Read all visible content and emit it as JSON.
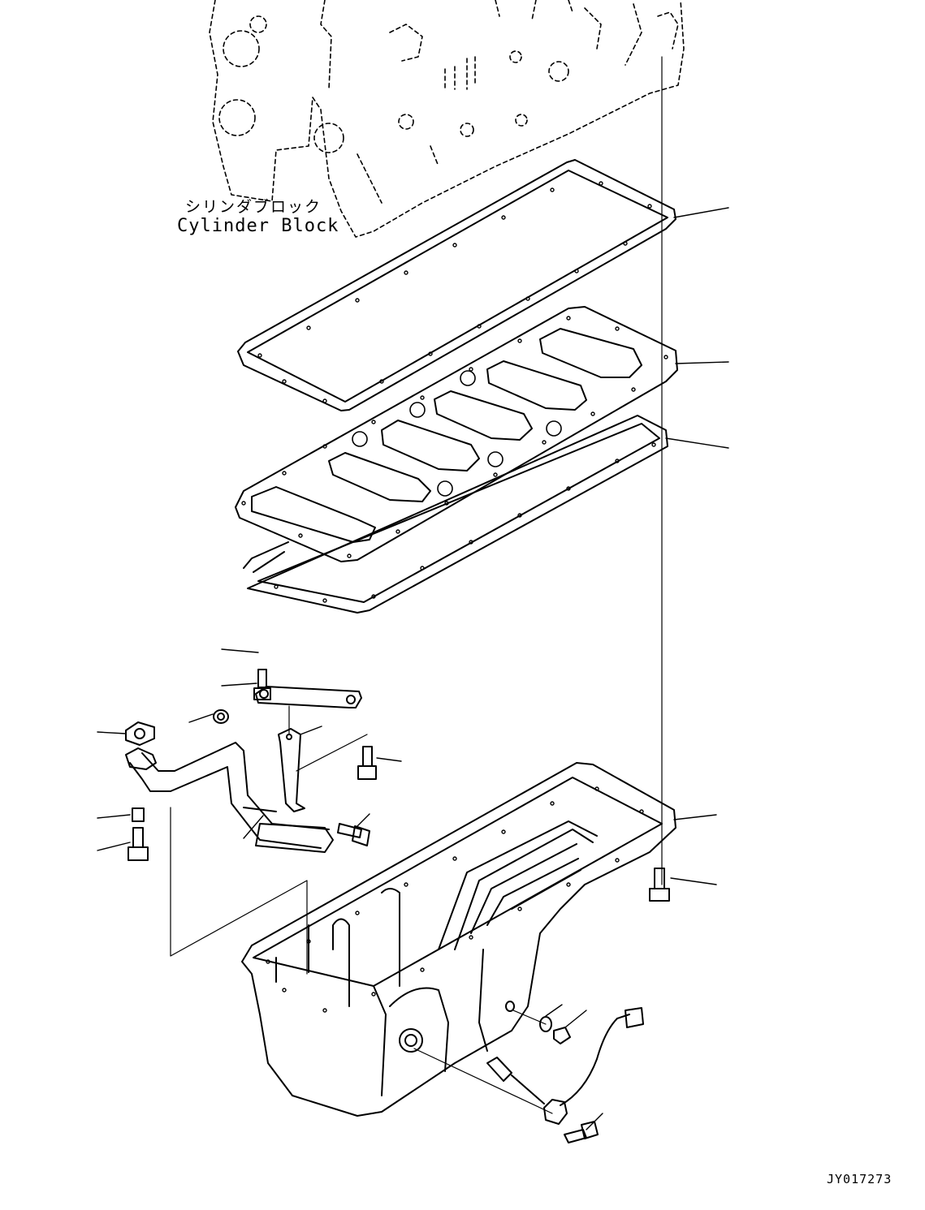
{
  "labels": {
    "block_jp": "シリンダブロック",
    "block_en": "Cylinder Block",
    "drawing_code": "JY017273"
  },
  "colors": {
    "line": "#000000",
    "background": "#ffffff"
  }
}
